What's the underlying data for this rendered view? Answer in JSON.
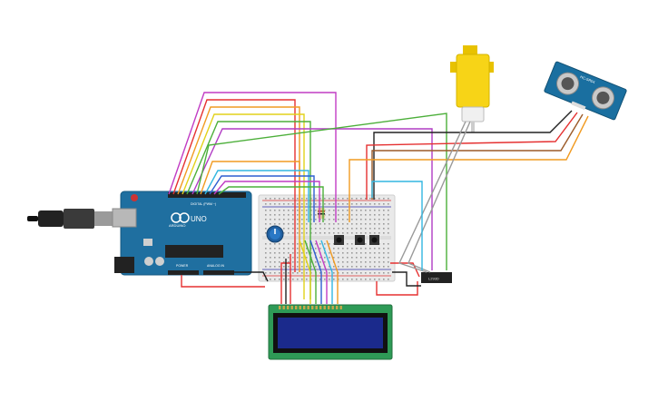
{
  "arduino": {
    "logo_text": "ARDUINO",
    "model_label": "UNO",
    "digital_label": "DIGITAL (PWM ~)",
    "power_label": "POWER",
    "analog_label": "ANALOG IN"
  },
  "ultrasonic": {
    "model_label": "HC-SR04"
  },
  "motor_driver": {
    "label": "L293D"
  },
  "colors": {
    "board": "#1f6fa0",
    "breadboard": "#e9e9e9",
    "lcd_pcb": "#2e9a56",
    "lcd_screen": "#1b2a8c",
    "motor": "#f7d417",
    "sensor_pcb": "#1a6fa0"
  }
}
